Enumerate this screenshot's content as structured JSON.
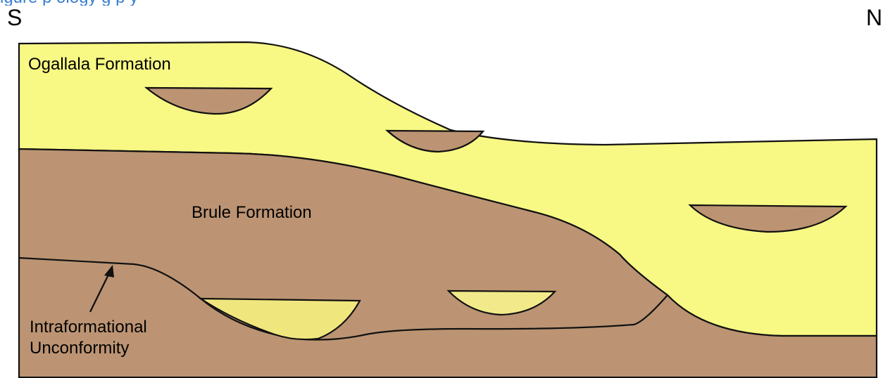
{
  "figure": {
    "caption_partial": "igure                    p                    ology                                                              g              p y"
  },
  "orientation": {
    "left": "S",
    "right": "N"
  },
  "labels": {
    "ogallala": "Ogallala Formation",
    "brule": "Brule Formation",
    "unconformity": "Intraformational\nUnconformity"
  },
  "colors": {
    "ogallala_fill": "#f8f885",
    "brule_fill": "#bc9473",
    "channel_in_brule_fill": "#f0e67e",
    "channel_in_brule_fill_2": "#f2ea8a",
    "outline": "#111111",
    "caption_text": "#3a7fd0"
  }
}
